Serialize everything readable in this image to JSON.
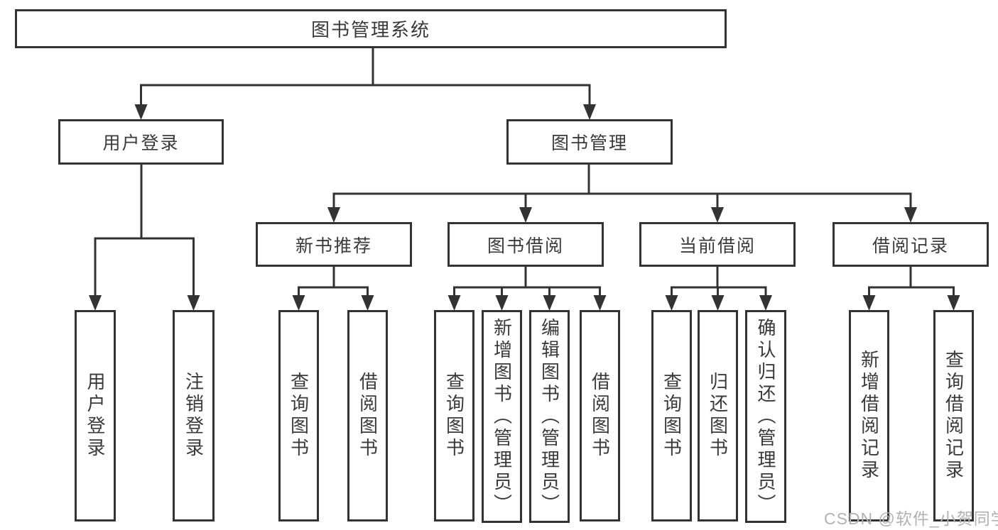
{
  "diagram": {
    "title": "图书管理系统",
    "nodes": [
      {
        "id": "root",
        "label": "图书管理系统",
        "parent": null,
        "orient": "h"
      },
      {
        "id": "login",
        "label": "用户登录",
        "parent": "root",
        "orient": "h"
      },
      {
        "id": "mgmt",
        "label": "图书管理",
        "parent": "root",
        "orient": "h"
      },
      {
        "id": "login_do",
        "label": "用户登录",
        "parent": "login",
        "orient": "v"
      },
      {
        "id": "login_out",
        "label": "注销登录",
        "parent": "login",
        "orient": "v"
      },
      {
        "id": "rec",
        "label": "新书推荐",
        "parent": "mgmt",
        "orient": "h"
      },
      {
        "id": "borrow",
        "label": "图书借阅",
        "parent": "mgmt",
        "orient": "h"
      },
      {
        "id": "current",
        "label": "当前借阅",
        "parent": "mgmt",
        "orient": "h"
      },
      {
        "id": "records",
        "label": "借阅记录",
        "parent": "mgmt",
        "orient": "h"
      },
      {
        "id": "rec_q",
        "label": "查询图书",
        "parent": "rec",
        "orient": "v"
      },
      {
        "id": "rec_b",
        "label": "借阅图书",
        "parent": "rec",
        "orient": "v"
      },
      {
        "id": "bor_q",
        "label": "查询图书",
        "parent": "borrow",
        "orient": "v"
      },
      {
        "id": "bor_add",
        "label": "新增图书（管理员）",
        "parent": "borrow",
        "orient": "v"
      },
      {
        "id": "bor_edit",
        "label": "编辑图书（管理员）",
        "parent": "borrow",
        "orient": "v"
      },
      {
        "id": "bor_b",
        "label": "借阅图书",
        "parent": "borrow",
        "orient": "v"
      },
      {
        "id": "cur_q",
        "label": "查询图书",
        "parent": "current",
        "orient": "v"
      },
      {
        "id": "cur_ret",
        "label": "归还图书",
        "parent": "current",
        "orient": "v"
      },
      {
        "id": "cur_conf",
        "label": "确认归还（管理员）",
        "parent": "current",
        "orient": "v"
      },
      {
        "id": "recd_add",
        "label": "新增借阅记录",
        "parent": "records",
        "orient": "v"
      },
      {
        "id": "recd_q",
        "label": "查询借阅记录",
        "parent": "records",
        "orient": "v"
      }
    ]
  },
  "watermark": {
    "text": "CSDN @软件_小贺同学"
  },
  "colors": {
    "line": "#333333",
    "text": "#3a3a3a",
    "watermark": "#b2b2b2",
    "background": "#ffffff"
  }
}
